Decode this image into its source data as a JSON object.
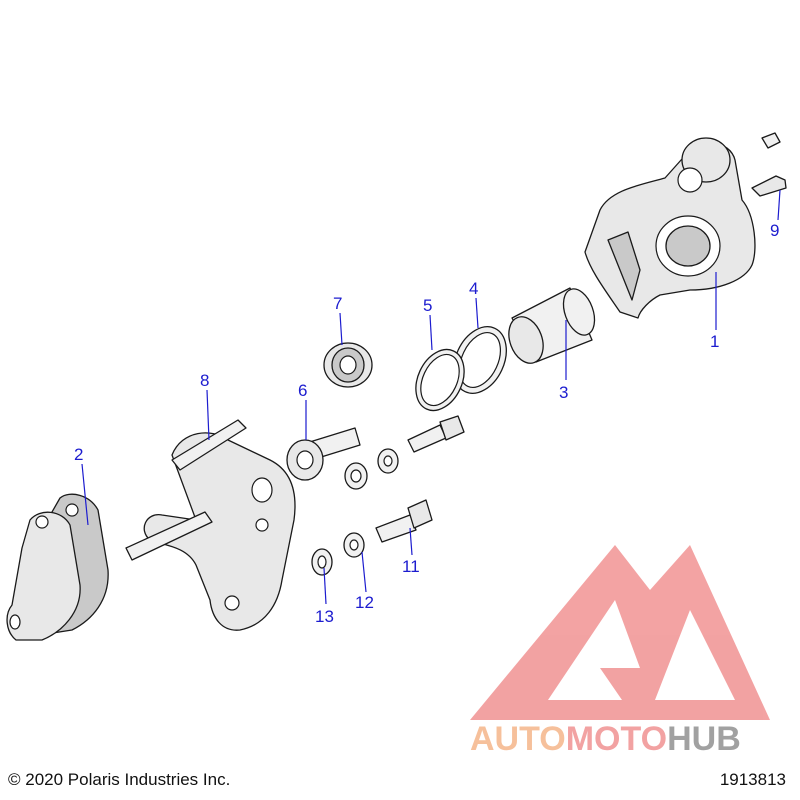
{
  "callouts": [
    {
      "id": "1",
      "label": "1"
    },
    {
      "id": "2",
      "label": "2"
    },
    {
      "id": "3",
      "label": "3"
    },
    {
      "id": "4",
      "label": "4"
    },
    {
      "id": "5",
      "label": "5"
    },
    {
      "id": "6",
      "label": "6"
    },
    {
      "id": "7",
      "label": "7"
    },
    {
      "id": "8",
      "label": "8"
    },
    {
      "id": "9",
      "label": "9"
    },
    {
      "id": "11",
      "label": "11"
    },
    {
      "id": "12",
      "label": "12"
    },
    {
      "id": "13",
      "label": "13"
    }
  ],
  "footer": {
    "copyright": "© 2020 Polaris Industries Inc.",
    "diagram_number": "1913813"
  },
  "watermark": {
    "part1": "AUTO",
    "part2": "MOTO",
    "part3": "HUB",
    "colors": {
      "auto": "#f5b183",
      "moto": "#f08c8c",
      "hub": "#8a8a8a",
      "logo": "#f08c8c"
    }
  }
}
